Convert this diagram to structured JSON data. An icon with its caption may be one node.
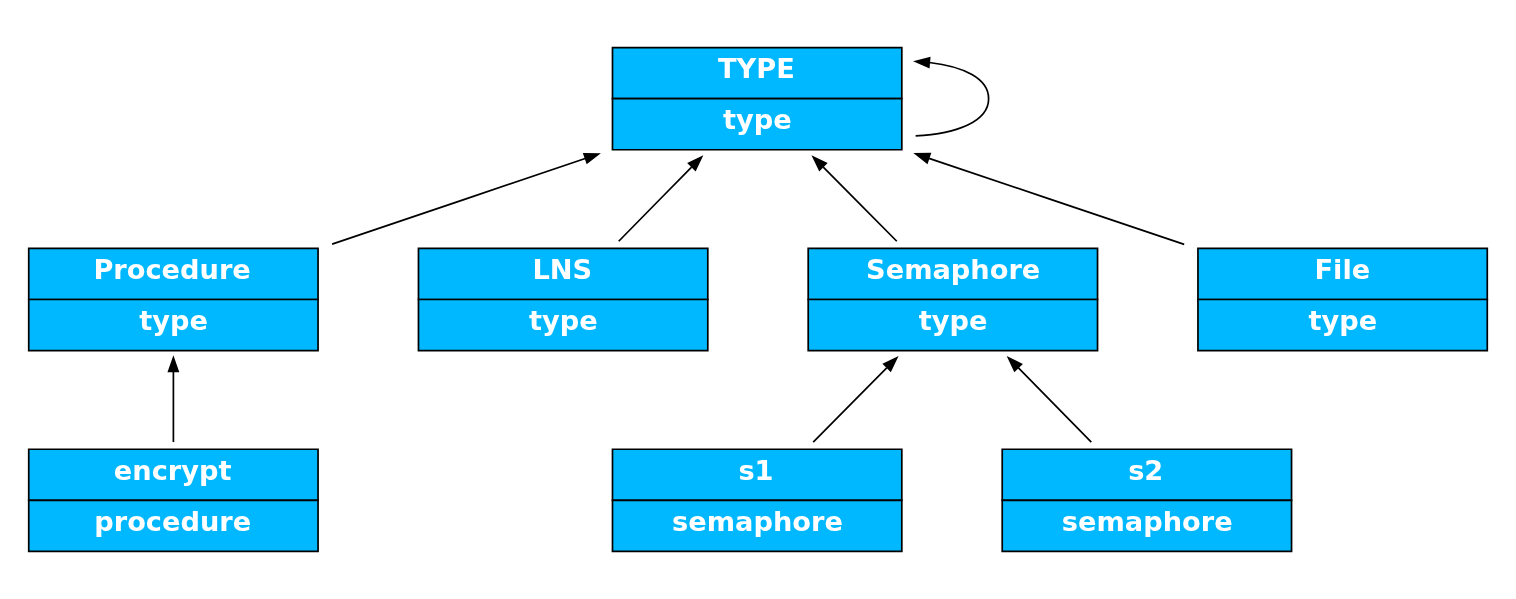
{
  "diagram": {
    "nodes": [
      {
        "text": [
          "TYPE",
          "type"
        ]
      },
      {
        "text": [
          "Procedure",
          "type"
        ]
      },
      {
        "text": [
          "LNS",
          "type"
        ]
      },
      {
        "text": [
          "Semaphore",
          "type"
        ]
      },
      {
        "text": [
          "File",
          "type"
        ]
      },
      {
        "text": [
          "encrypt",
          "procedure"
        ]
      },
      {
        "text": [
          "s1",
          "semaphore"
        ]
      },
      {
        "text": [
          "s2",
          "semaphore"
        ]
      }
    ],
    "edges": [
      {
        "from": 0,
        "to": 0,
        "arrow": "to"
      },
      {
        "from": 1,
        "to": 0,
        "arrow": "to"
      },
      {
        "from": 2,
        "to": 0,
        "arrow": "to"
      },
      {
        "from": 3,
        "to": 0,
        "arrow": "to"
      },
      {
        "from": 4,
        "to": 0,
        "arrow": "to"
      },
      {
        "from": 5,
        "to": 1,
        "arrow": "to"
      },
      {
        "from": 6,
        "to": 3,
        "arrow": "to"
      },
      {
        "from": 7,
        "to": 3,
        "arrow": "to"
      }
    ]
  }
}
